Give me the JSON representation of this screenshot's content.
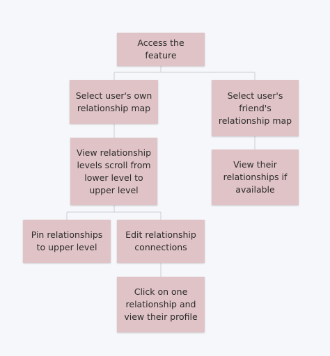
{
  "diagram": {
    "nodes": {
      "access": "Access the feature",
      "own_map": "Select user's own relationship map",
      "friend_map": "Select user's friend's relationship map",
      "view_levels": "View relationship levels scroll from lower level to upper level",
      "view_friend": "View their relationships if available",
      "pin": "Pin relationships to upper level",
      "edit": "Edit relationship connections",
      "click_profile": "Click on one relationship and view their profile"
    },
    "colors": {
      "node_fill": "#e0c3c6",
      "connector": "#c9cdd6",
      "background": "#f6f7fa"
    }
  }
}
